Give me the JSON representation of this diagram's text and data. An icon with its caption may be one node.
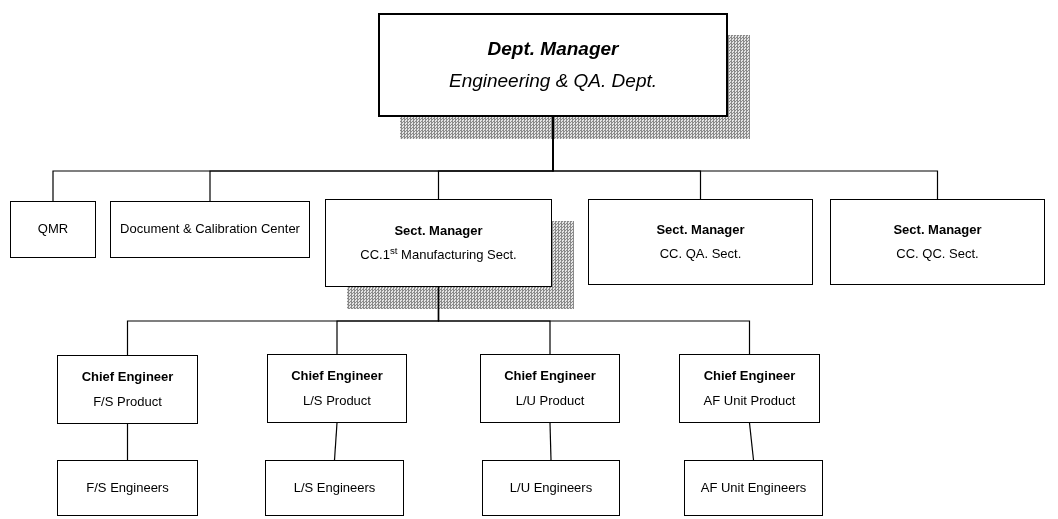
{
  "diagram": {
    "nodes": [
      {
        "text": [
          "Dept. Manager",
          "Engineering & QA. Dept."
        ]
      },
      {
        "text": [
          "QMR"
        ]
      },
      {
        "text": [
          "Document & Calibration Center"
        ]
      },
      {
        "text": [
          "Sect. Manager",
          "CC.1$^{st}$ Manufacturing Sect."
        ]
      },
      {
        "text": [
          "Sect. Manager",
          "CC. QA. Sect."
        ]
      },
      {
        "text": [
          "Sect. Manager",
          "CC. QC. Sect."
        ]
      },
      {
        "text": [
          "Chief Engineer",
          "F/S Product"
        ]
      },
      {
        "text": [
          "Chief Engineer",
          "L/S Product"
        ]
      },
      {
        "text": [
          "Chief Engineer",
          "L/U Product"
        ]
      },
      {
        "text": [
          "Chief Engineer",
          "AF Unit Product"
        ]
      },
      {
        "text": [
          "F/S Engineers"
        ]
      },
      {
        "text": [
          "L/S Engineers"
        ]
      },
      {
        "text": [
          "L/U Engineers"
        ]
      },
      {
        "text": [
          "AF Unit Engineers"
        ]
      }
    ],
    "edges": [
      {
        "from": 0,
        "to": 1,
        "arrow": "none"
      },
      {
        "from": 0,
        "to": 2,
        "arrow": "none"
      },
      {
        "from": 0,
        "to": 3,
        "arrow": "none"
      },
      {
        "from": 0,
        "to": 4,
        "arrow": "none"
      },
      {
        "from": 0,
        "to": 5,
        "arrow": "none"
      },
      {
        "from": 3,
        "to": 6,
        "arrow": "none"
      },
      {
        "from": 3,
        "to": 7,
        "arrow": "none"
      },
      {
        "from": 3,
        "to": 8,
        "arrow": "none"
      },
      {
        "from": 3,
        "to": 9,
        "arrow": "none"
      },
      {
        "from": 6,
        "to": 10,
        "arrow": "none"
      },
      {
        "from": 7,
        "to": 11,
        "arrow": "none"
      },
      {
        "from": 8,
        "to": 12,
        "arrow": "none"
      },
      {
        "from": 9,
        "to": 13,
        "arrow": "none"
      }
    ]
  }
}
